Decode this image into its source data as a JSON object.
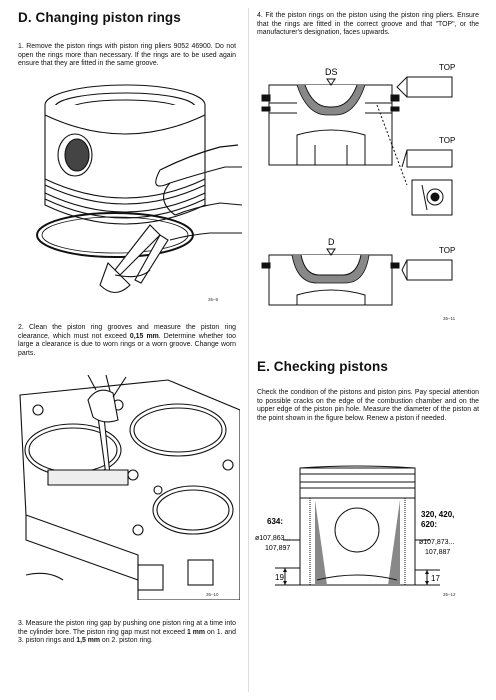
{
  "section_d": {
    "title": "D. Changing piston rings",
    "step1": "1. Remove the piston rings with piston ring pliers 9052 46900. Do not open the rings more than necessary. If the rings are to be used again ensure that they are fitted in the same groove.",
    "fig1_no": "35–9",
    "step2_a": "2. Clean the piston ring grooves and measure the piston ring clearance, which must not exceed ",
    "step2_b": "0,15 mm",
    "step2_c": ". Determine whether too large a clearance is due to worn rings or a worn groove. Change worn parts.",
    "fig2_no": "35–10",
    "step3_a": "3. Measure the piston ring gap by pushing one piston ring at a time into the cylinder bore. The piston ring gap must not exceed ",
    "step3_b": "1 mm",
    "step3_c": " on 1. and 3. piston rings and ",
    "step3_d": "1,5 mm",
    "step3_e": " on 2. piston ring."
  },
  "section_right": {
    "step4": "4. Fit the piston rings on the piston using the piston ring pliers. Ensure that the rings are fitted in the correct groove and that \"TOP\", or the manufacturer's designation, faces upwards.",
    "fig3": {
      "ds": "DS",
      "d": "D",
      "top1": "TOP",
      "top2": "TOP",
      "top3": "TOP",
      "fig_no": "35–11"
    }
  },
  "section_e": {
    "title": "E. Checking pistons",
    "body": "Check the condition of the pistons and piston pins. Pay special attention to possible cracks on the edge of the combustion chamber and on the upper edge of the piston pin hole. Measure the diameter of the piston at the point shown in the figure below. Renew a piston if needed.",
    "fig": {
      "left_model": "634:",
      "left_dia_1": "ø107,863...",
      "left_dia_2": "107,897",
      "left_height": "19",
      "right_model_1": "320, 420,",
      "right_model_2": "620:",
      "right_dia_1": "ø107,873...",
      "right_dia_2": "107,887",
      "right_height": "17",
      "fig_no": "35–12"
    }
  }
}
